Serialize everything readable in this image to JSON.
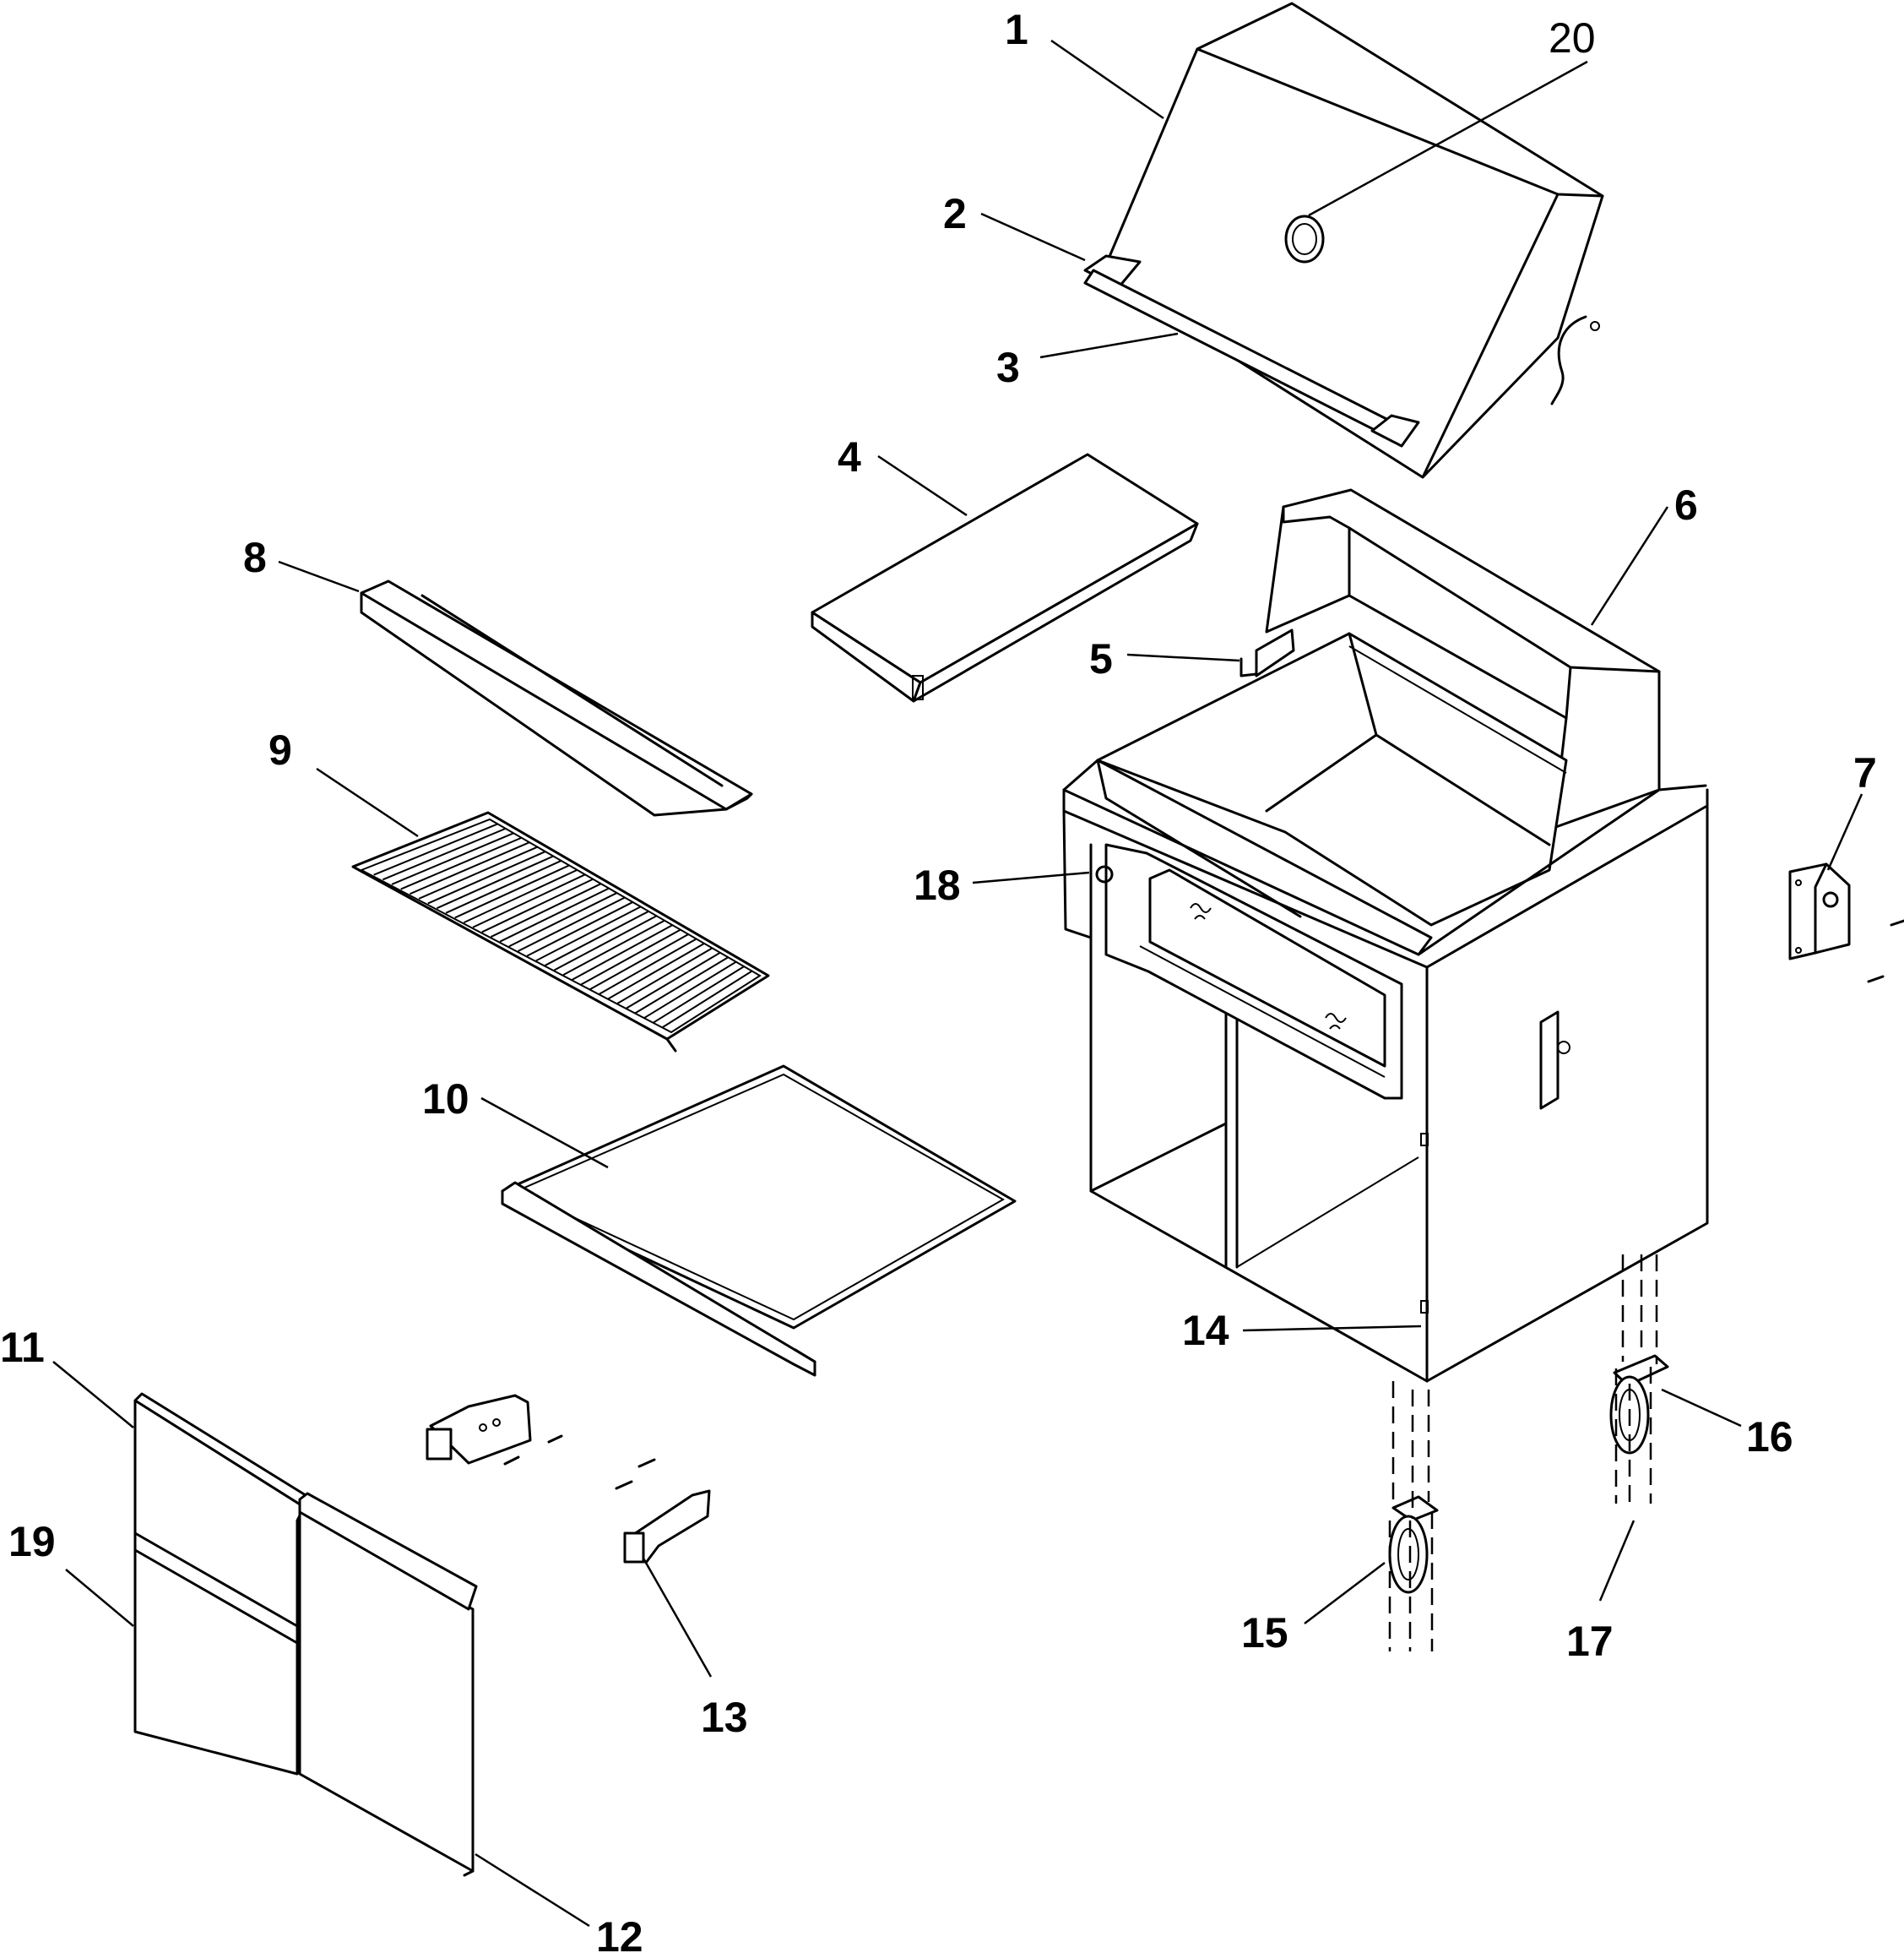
{
  "diagram": {
    "callouts": [
      {
        "id": "c1",
        "text": "1"
      },
      {
        "id": "c2",
        "text": "2"
      },
      {
        "id": "c3",
        "text": "3"
      },
      {
        "id": "c4",
        "text": "4"
      },
      {
        "id": "c5",
        "text": "5"
      },
      {
        "id": "c6",
        "text": "6"
      },
      {
        "id": "c7",
        "text": "7"
      },
      {
        "id": "c8",
        "text": "8"
      },
      {
        "id": "c9",
        "text": "9"
      },
      {
        "id": "c10",
        "text": "10"
      },
      {
        "id": "c11",
        "text": "11"
      },
      {
        "id": "c12",
        "text": "12"
      },
      {
        "id": "c13",
        "text": "13"
      },
      {
        "id": "c14",
        "text": "14"
      },
      {
        "id": "c15",
        "text": "15"
      },
      {
        "id": "c16",
        "text": "16"
      },
      {
        "id": "c17",
        "text": "17"
      },
      {
        "id": "c18",
        "text": "18"
      },
      {
        "id": "c19",
        "text": "19"
      },
      {
        "id": "c20",
        "text": "20"
      }
    ],
    "colors": {
      "line": "#000000",
      "background": "#ffffff"
    }
  }
}
